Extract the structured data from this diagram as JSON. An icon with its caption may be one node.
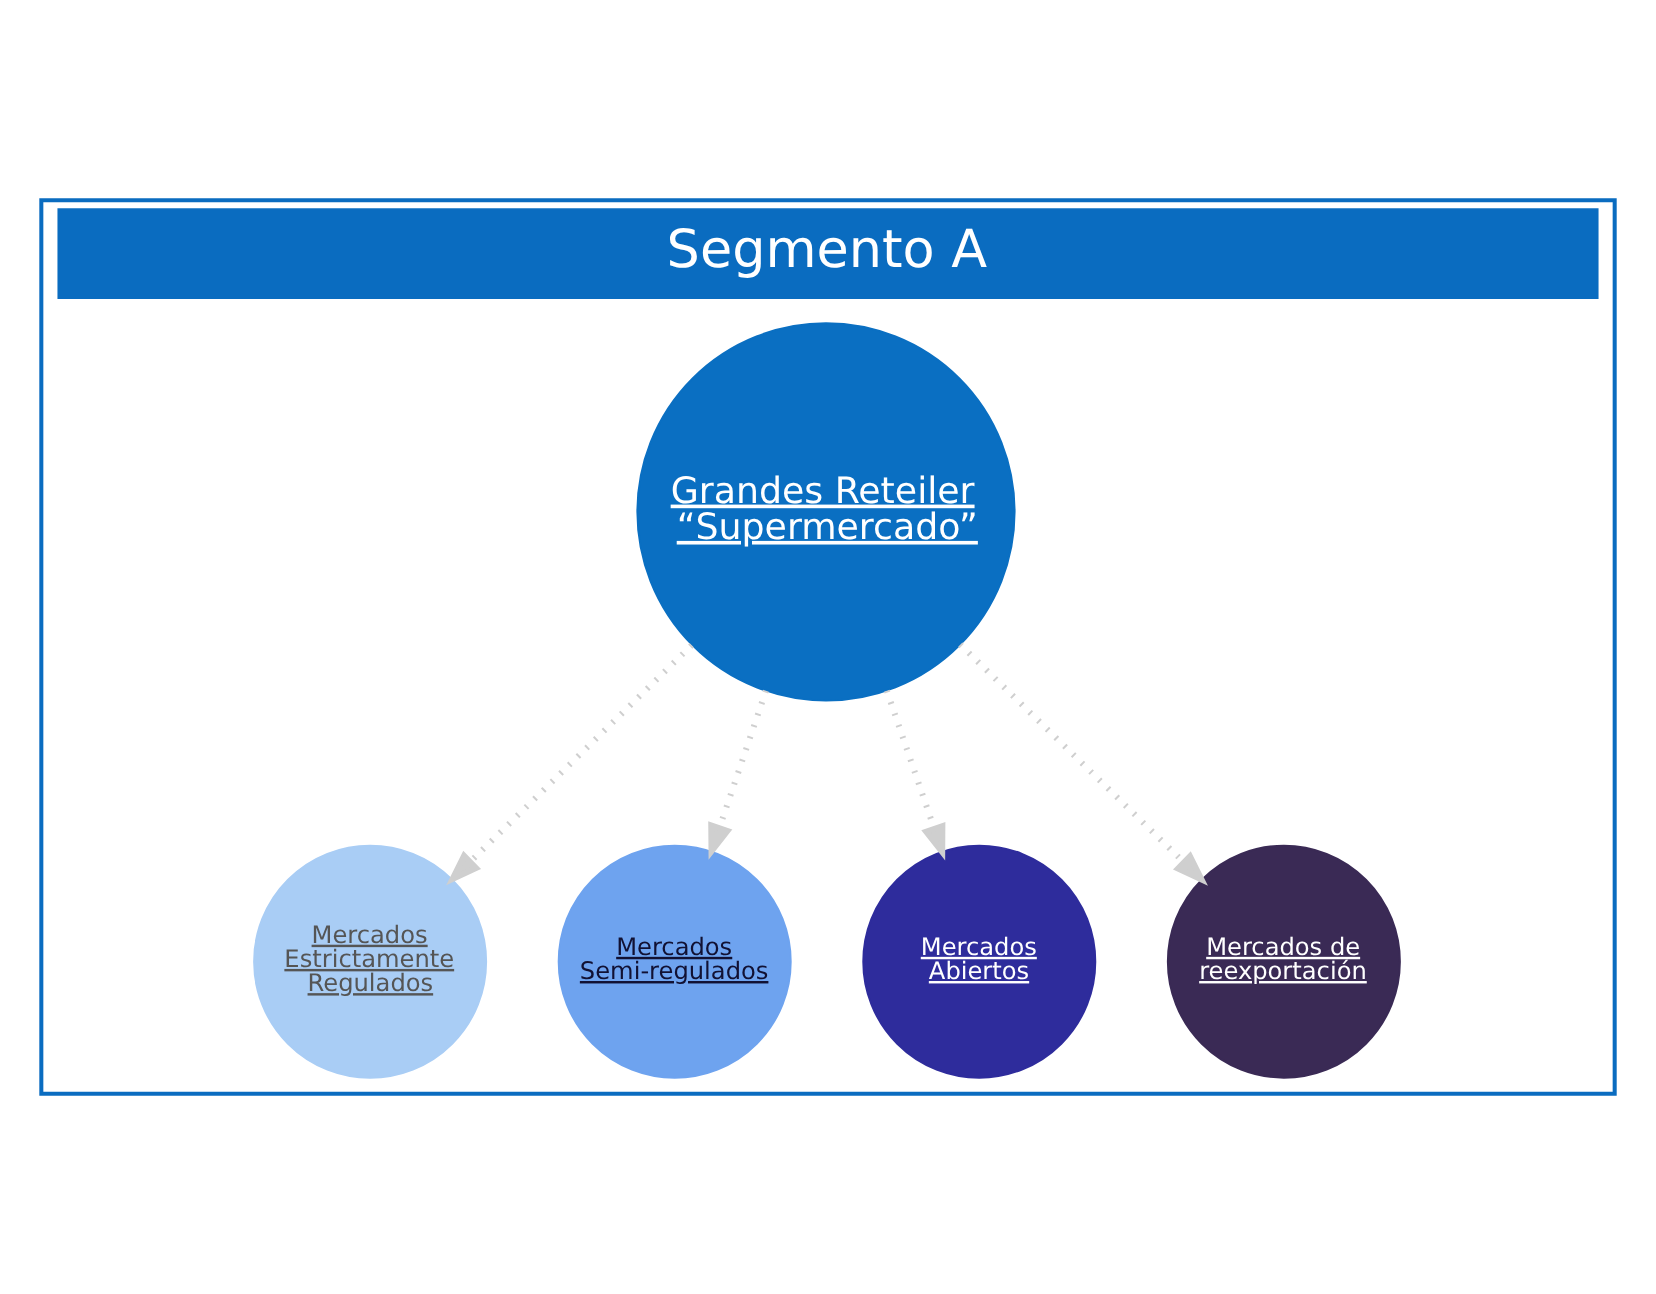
{
  "diagram": {
    "nodes": [
      {
        "text": [
          "Segmento A"
        ]
      },
      {
        "text": [
          "Grandes Reteiler “Supermercado”"
        ],
        "in": 0
      },
      {
        "text": [
          "Mercados Estrictamente Regulados"
        ],
        "in": 0
      },
      {
        "text": [
          "Mercados Semi-regulados"
        ],
        "in": 0
      },
      {
        "text": [
          "Mercados Abiertos"
        ],
        "in": 0
      },
      {
        "text": [
          "Mercados de reexportación"
        ],
        "in": 0
      }
    ],
    "edges": [
      {
        "from": 1,
        "to": 2,
        "arrow": "to",
        "style": "dashed"
      },
      {
        "from": 1,
        "to": 3,
        "arrow": "to",
        "style": "dashed"
      },
      {
        "from": 1,
        "to": 4,
        "arrow": "to",
        "style": "dashed"
      },
      {
        "from": 1,
        "to": 5,
        "arrow": "to",
        "style": "dashed"
      }
    ]
  }
}
